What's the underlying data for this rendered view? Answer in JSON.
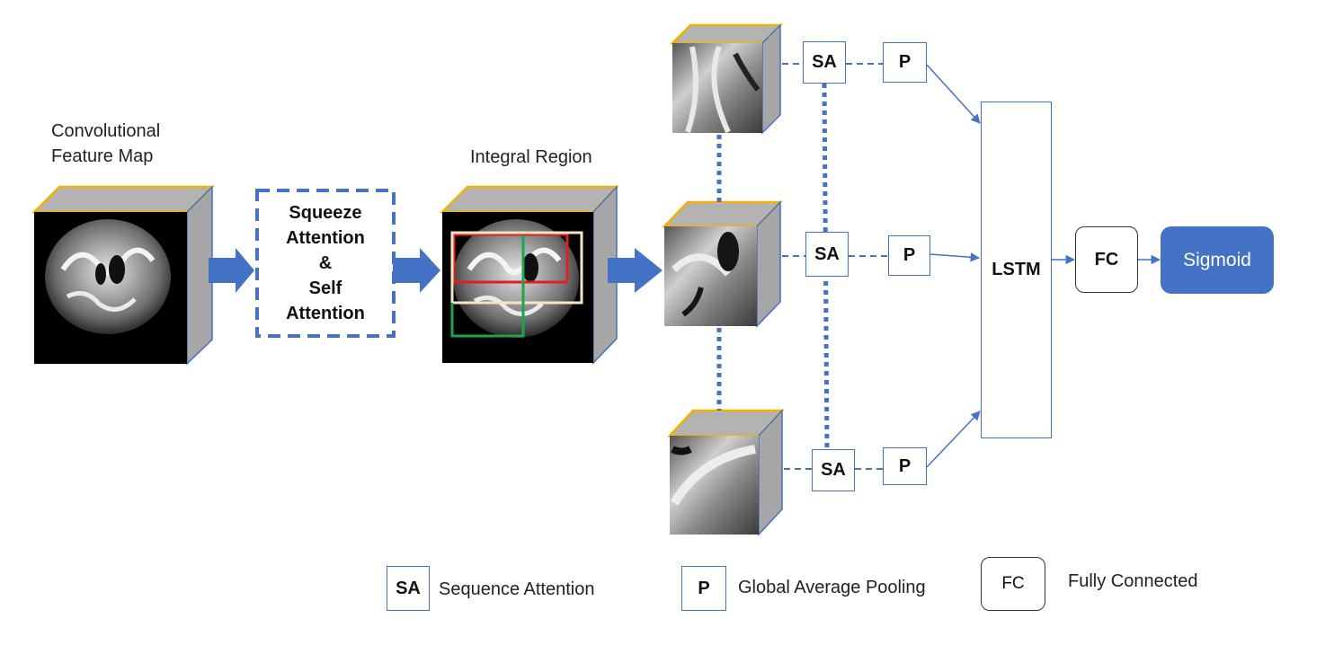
{
  "labels": {
    "feature_map_line1": "Convolutional",
    "feature_map_line2": "Feature Map",
    "attention_line1": "Squeeze",
    "attention_line2": "Attention",
    "attention_line3": "&",
    "attention_line4": "Self",
    "attention_line5": "Attention",
    "integral_region": "Integral Region"
  },
  "blocks": {
    "sa": "SA",
    "p": "P",
    "lstm": "LSTM",
    "fc": "FC",
    "sigmoid": "Sigmoid"
  },
  "legend": {
    "sa_key": "SA",
    "sa_text": "Sequence Attention",
    "p_key": "P",
    "p_text": "Global Average Pooling",
    "fc_key": "FC",
    "fc_text": "Fully Connected"
  },
  "colors": {
    "accent": "#4472c4",
    "cube_top": "#b3b3b3",
    "cube_edge": "#f2b200",
    "region_red": "#e02020",
    "region_green": "#1aa64a",
    "region_cream": "#f5e6c8"
  }
}
